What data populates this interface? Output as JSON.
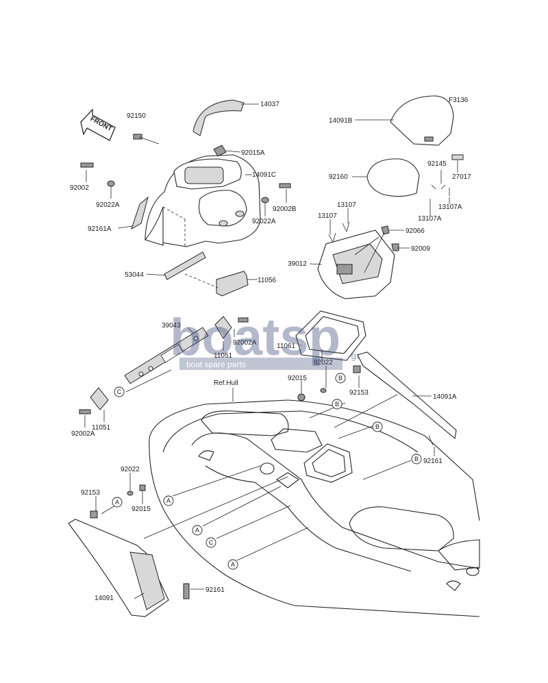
{
  "figure_code": "F3136",
  "front_arrow": {
    "label": "FRONT"
  },
  "reference": {
    "label": "Ref.Hull"
  },
  "parts": [
    {
      "id": "p14037",
      "label": "14037"
    },
    {
      "id": "p14091B",
      "label": "14091B"
    },
    {
      "id": "p92150",
      "label": "92150"
    },
    {
      "id": "p92015A",
      "label": "92015A"
    },
    {
      "id": "p14091C",
      "label": "14091C"
    },
    {
      "id": "p92002_top",
      "label": "92002"
    },
    {
      "id": "p92022A_left",
      "label": "92022A"
    },
    {
      "id": "p92002B",
      "label": "92002B"
    },
    {
      "id": "p92022A_right",
      "label": "92022A"
    },
    {
      "id": "p92161A",
      "label": "92161A"
    },
    {
      "id": "p92145",
      "label": "92145"
    },
    {
      "id": "p27017",
      "label": "27017"
    },
    {
      "id": "p92160",
      "label": "92160"
    },
    {
      "id": "p13107A_right",
      "label": "13107A"
    },
    {
      "id": "p13107A_bottom",
      "label": "13107A"
    },
    {
      "id": "p13107_top",
      "label": "13107"
    },
    {
      "id": "p13107_left",
      "label": "13107"
    },
    {
      "id": "p92066",
      "label": "92066"
    },
    {
      "id": "p92009",
      "label": "92009"
    },
    {
      "id": "p39012",
      "label": "39012"
    },
    {
      "id": "p53044",
      "label": "53044"
    },
    {
      "id": "p11056",
      "label": "11056"
    },
    {
      "id": "p39043",
      "label": "39043"
    },
    {
      "id": "p92002A_mid",
      "label": "92002A"
    },
    {
      "id": "p11051_mid",
      "label": "11051"
    },
    {
      "id": "p11061",
      "label": "11061"
    },
    {
      "id": "p92022_mid",
      "label": "92022"
    },
    {
      "id": "p92015_mid",
      "label": "92015"
    },
    {
      "id": "p92153_mid",
      "label": "92153"
    },
    {
      "id": "p14091A",
      "label": "14091A"
    },
    {
      "id": "p92002A_low",
      "label": "92002A"
    },
    {
      "id": "p11051_low",
      "label": "11051"
    },
    {
      "id": "p92161_right",
      "label": "92161"
    },
    {
      "id": "p92022_low",
      "label": "92022"
    },
    {
      "id": "p92153_low",
      "label": "92153"
    },
    {
      "id": "p92015_low",
      "label": "92015"
    },
    {
      "id": "p14091",
      "label": "14091"
    },
    {
      "id": "p92161_low",
      "label": "92161"
    }
  ],
  "callouts": [
    {
      "id": "c1",
      "letter": "C"
    },
    {
      "id": "c2",
      "letter": "B"
    },
    {
      "id": "c3",
      "letter": "B"
    },
    {
      "id": "c4",
      "letter": "B"
    },
    {
      "id": "c5",
      "letter": "B"
    },
    {
      "id": "c6",
      "letter": "A"
    },
    {
      "id": "c7",
      "letter": "A"
    },
    {
      "id": "c8",
      "letter": "A"
    },
    {
      "id": "c9",
      "letter": "C"
    },
    {
      "id": "c10",
      "letter": "A"
    }
  ],
  "watermark": {
    "brand": "boatsp",
    "suffix": "gr",
    "tagline": "boat spare parts"
  }
}
